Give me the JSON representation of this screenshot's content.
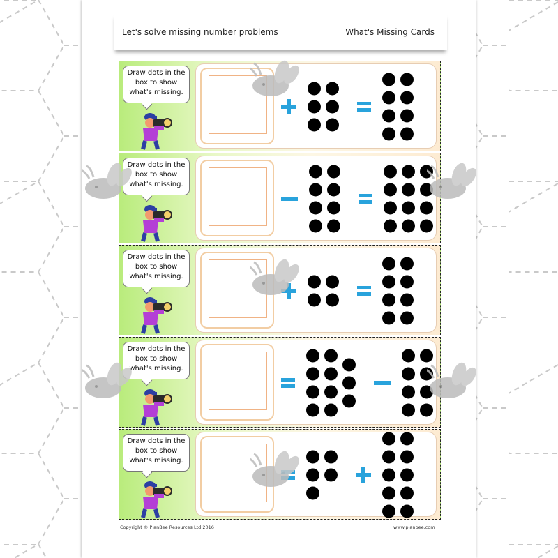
{
  "header": {
    "left_text": "Let's solve missing number problems",
    "right_text": "What's Missing Cards"
  },
  "cards": [
    {
      "prompt": [
        "Draw dots in the",
        "box to show",
        "what's missing."
      ],
      "expression": [
        {
          "kind": "answer"
        },
        {
          "kind": "op",
          "symbol": "plus"
        },
        {
          "kind": "dots",
          "count": 6
        },
        {
          "kind": "op",
          "symbol": "equals"
        },
        {
          "kind": "dots",
          "count": 8
        }
      ]
    },
    {
      "prompt": [
        "Draw dots in the",
        "box to show",
        "what's missing."
      ],
      "expression": [
        {
          "kind": "answer"
        },
        {
          "kind": "op",
          "symbol": "minus"
        },
        {
          "kind": "dots",
          "count": 8
        },
        {
          "kind": "op",
          "symbol": "equals"
        },
        {
          "kind": "dots",
          "count": 12
        }
      ]
    },
    {
      "prompt": [
        "Draw dots in the",
        "box to show",
        "what's missing."
      ],
      "expression": [
        {
          "kind": "answer"
        },
        {
          "kind": "op",
          "symbol": "plus"
        },
        {
          "kind": "dots",
          "count": 4
        },
        {
          "kind": "op",
          "symbol": "equals"
        },
        {
          "kind": "dots",
          "count": 8
        }
      ]
    },
    {
      "prompt": [
        "Draw dots in the",
        "box to show",
        "what's missing."
      ],
      "expression": [
        {
          "kind": "answer"
        },
        {
          "kind": "op",
          "symbol": "equals"
        },
        {
          "kind": "dots",
          "count": 11
        },
        {
          "kind": "op",
          "symbol": "minus"
        },
        {
          "kind": "dots",
          "count": 8
        }
      ]
    },
    {
      "prompt": [
        "Draw dots in the",
        "box to show",
        "what's missing."
      ],
      "expression": [
        {
          "kind": "answer"
        },
        {
          "kind": "op",
          "symbol": "equals"
        },
        {
          "kind": "dots",
          "count": 5
        },
        {
          "kind": "op",
          "symbol": "plus"
        },
        {
          "kind": "dots",
          "count": 10
        }
      ]
    }
  ],
  "footer": {
    "copyright": "Copyright © PlanBee Resources Ltd 2016",
    "website": "www.planbee.com"
  },
  "colors": {
    "operator": "#29a3dc",
    "dot": "#000000",
    "card_green": "#b9ec7c",
    "card_peach": "#fdebd2",
    "watermark": "#bcbcbc"
  },
  "icons": [
    "photographer-icon",
    "bee-watermark-icon"
  ]
}
